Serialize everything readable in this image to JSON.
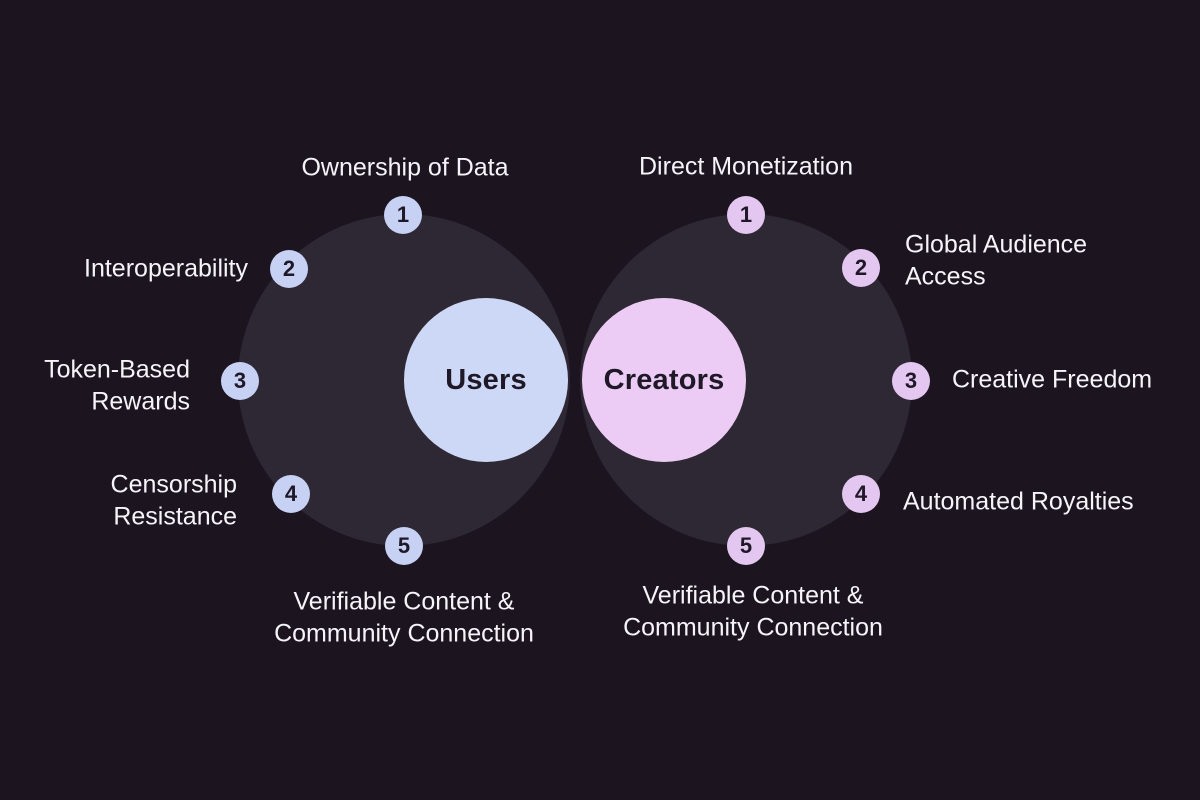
{
  "colors": {
    "background": "#1c1520",
    "outer-circle": "#2e2734",
    "users-fill": "#ccd8f6",
    "creators-fill": "#ecccf5",
    "users-badge": "#c6d1f4",
    "creators-badge": "#e4c7f1",
    "label-text": "#f6f3f9",
    "dark-text": "#1f1827"
  },
  "diagram": {
    "left": {
      "label": "Users",
      "items": [
        {
          "num": "1",
          "label": "Ownership of Data"
        },
        {
          "num": "2",
          "label": "Interoperability"
        },
        {
          "num": "3",
          "label": "Token-Based Rewards"
        },
        {
          "num": "4",
          "label": "Censorship Resistance"
        },
        {
          "num": "5",
          "label": "Verifiable Content & Community Connection"
        }
      ]
    },
    "right": {
      "label": "Creators",
      "items": [
        {
          "num": "1",
          "label": "Direct Monetization"
        },
        {
          "num": "2",
          "label": "Global Audience Access"
        },
        {
          "num": "3",
          "label": "Creative Freedom"
        },
        {
          "num": "4",
          "label": "Automated Royalties"
        },
        {
          "num": "5",
          "label": "Verifiable Content & Community Connection"
        }
      ]
    }
  }
}
